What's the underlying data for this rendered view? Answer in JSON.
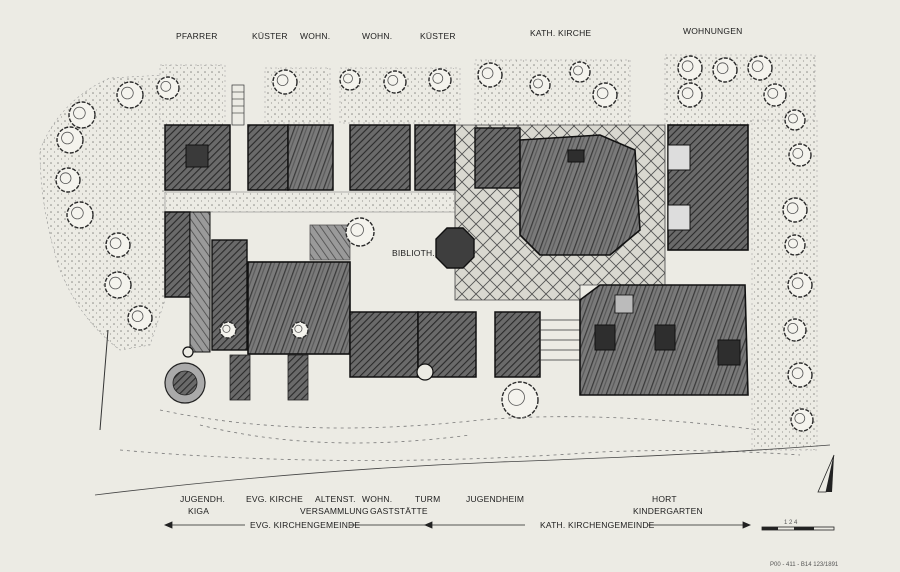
{
  "top_labels": {
    "pfarrer": "PFARRER",
    "kuester_1": "KÜSTER",
    "wohn_1": "WOHN.",
    "wohn_2": "WOHN.",
    "kuester_2": "KÜSTER",
    "kath_kirche": "KATH. KIRCHE",
    "wohnungen": "WOHNUNGEN"
  },
  "center_labels": {
    "biblioth": "BIBLIOTH."
  },
  "bottom_labels": {
    "jugendh": "JUGENDH.",
    "kiga": "KIGA",
    "evg_kirche": "EVG. KIRCHE",
    "altenst": "ALTENST.",
    "versammlung": "VERSAMMLUNG",
    "wohn": "WOHN.",
    "gaststaette": "GASTSTÄTTE",
    "turm": "TURM",
    "jugendheim": "JUGENDHEIM",
    "hort": "HORT",
    "kindergarten": "KINDERGARTEN"
  },
  "arrows": {
    "evg_gemeinde": "EVG. KIRCHENGEMEINDE",
    "kath_gemeinde": "KATH. KIRCHENGEMEINDE"
  },
  "scale_bar": {
    "label": "1 2 4"
  },
  "archive_ref": "P00 - 411 - B14   123/1891",
  "colors": {
    "paper": "#ecebe4",
    "dark_fill": "#4a4a4a",
    "mid_fill": "#777777",
    "ink": "#1e1e1e"
  }
}
